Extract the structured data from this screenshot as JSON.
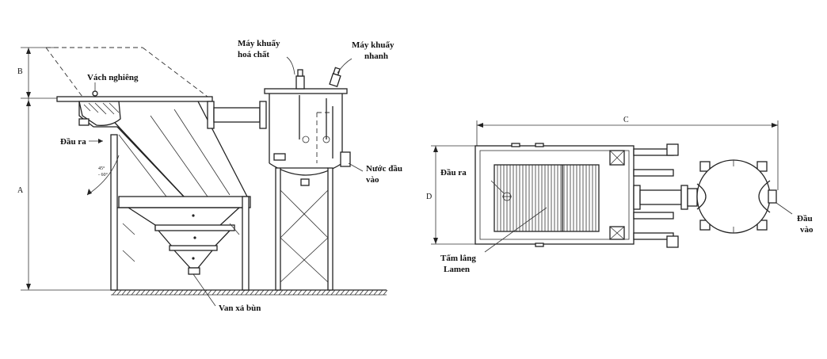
{
  "labels": {
    "sloped_baffle": "Vách nghiêng",
    "outlet_left": "Đầu ra",
    "chem_mixer_line1": "Máy khuấy",
    "chem_mixer_line2": "hoá chất",
    "fast_mixer_line1": "Máy khuấy",
    "fast_mixer_line2": "nhanh",
    "inlet_left_line1": "Nước đầu",
    "inlet_left_line2": "vào",
    "sludge_valve": "Van xả bùn",
    "outlet_right": "Đầu ra",
    "lamella_line1": "Tấm lắng",
    "lamella_line2": "Lamen",
    "inlet_right_line1": "Đầu",
    "inlet_right_line2": "vào"
  },
  "dimensions": {
    "a": "A",
    "b": "B",
    "c": "C",
    "d": "D",
    "angle_top": "45°",
    "angle_bottom": "- 60°"
  },
  "colors": {
    "line": "#222222",
    "background": "#ffffff"
  }
}
